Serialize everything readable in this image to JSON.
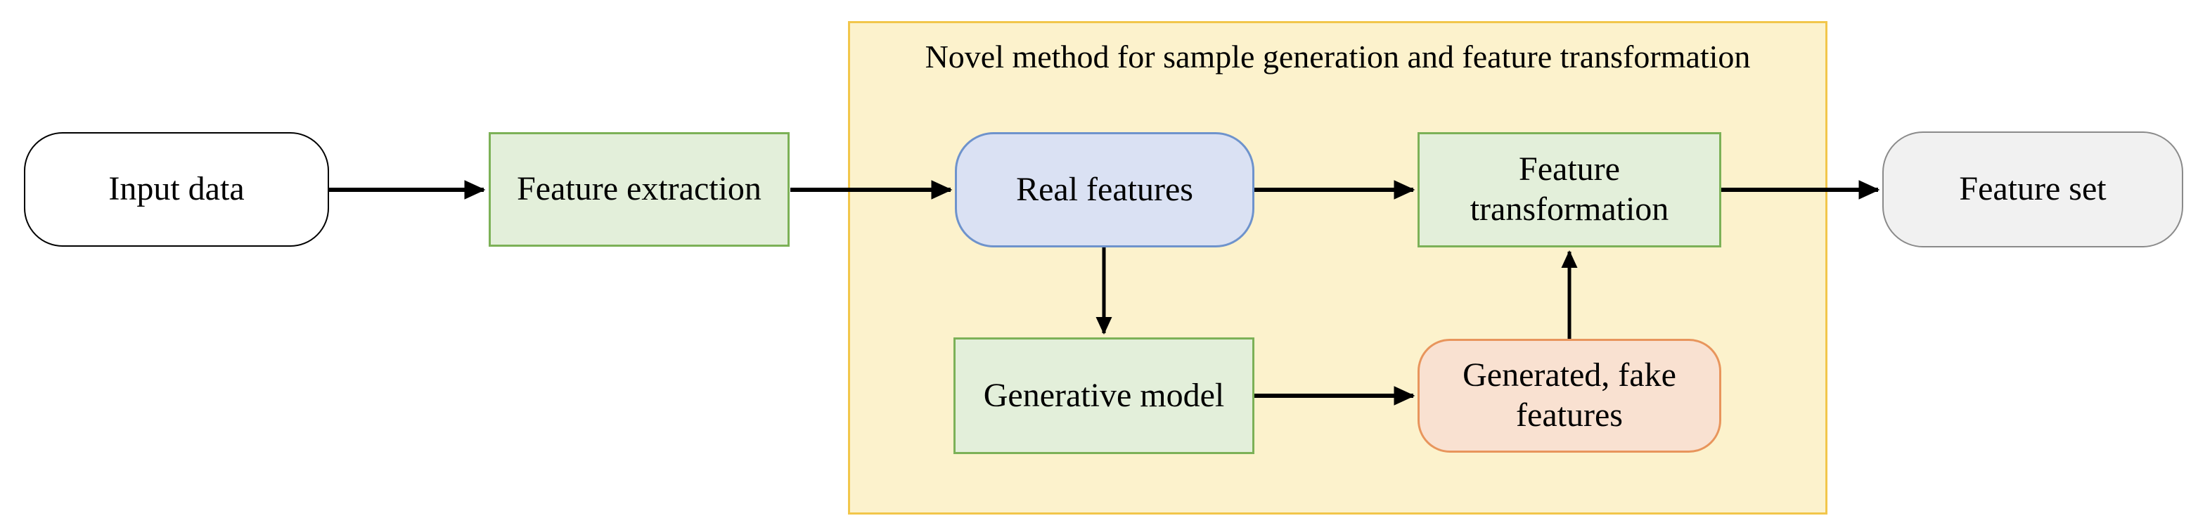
{
  "diagram": {
    "container": {
      "title": "Novel method for sample generation and feature transformation",
      "fill": "#FCF2CC",
      "border": "#F2C64B"
    },
    "nodes": {
      "input_data": {
        "label": "Input data",
        "shape": "rounded-rectangle",
        "fill": "#FFFFFF",
        "border": "#000000"
      },
      "feature_extraction": {
        "label": "Feature extraction",
        "shape": "rectangle",
        "fill": "#E3EFDA",
        "border": "#7CB157"
      },
      "real_features": {
        "label": "Real features",
        "shape": "rounded-rectangle",
        "fill": "#DAE1F3",
        "border": "#6E93CC"
      },
      "generative_model": {
        "label": "Generative model",
        "shape": "rectangle",
        "fill": "#E3EFDA",
        "border": "#7CB157"
      },
      "generated_fake_features": {
        "label": "Generated, fake features",
        "shape": "rounded-rectangle",
        "fill": "#F9E1D1",
        "border": "#E8955C"
      },
      "feature_transformation": {
        "label": "Feature transformation",
        "shape": "rectangle",
        "fill": "#E3EFDA",
        "border": "#7CB157"
      },
      "feature_set": {
        "label": "Feature set",
        "shape": "rounded-rectangle",
        "fill": "#F1F1F1",
        "border": "#8A8A8A"
      }
    },
    "edges": [
      {
        "from": "input_data",
        "to": "feature_extraction"
      },
      {
        "from": "feature_extraction",
        "to": "real_features"
      },
      {
        "from": "real_features",
        "to": "feature_transformation"
      },
      {
        "from": "real_features",
        "to": "generative_model"
      },
      {
        "from": "generative_model",
        "to": "generated_fake_features"
      },
      {
        "from": "generated_fake_features",
        "to": "feature_transformation"
      },
      {
        "from": "feature_transformation",
        "to": "feature_set"
      }
    ],
    "arrow_color": "#000000",
    "text_color": "#000000"
  }
}
